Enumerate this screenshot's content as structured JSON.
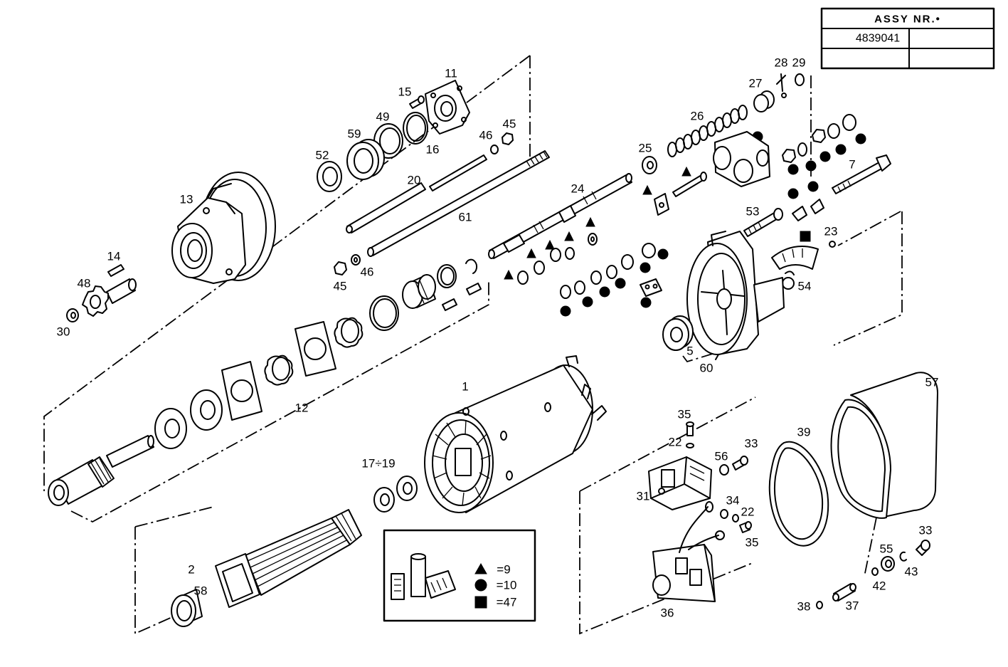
{
  "assy_table": {
    "header": "ASSY NR.•",
    "number": "4839041"
  },
  "legend": {
    "triangle_qty": "=9",
    "circle_qty": "=10",
    "square_qty": "=47"
  },
  "part_labels": [
    "11",
    "15",
    "49",
    "59",
    "16",
    "46",
    "45",
    "52",
    "20",
    "13",
    "61",
    "24",
    "25",
    "26",
    "27",
    "28",
    "29",
    "7",
    "53",
    "23",
    "54",
    "14",
    "48",
    "30",
    "45",
    "46",
    "12",
    "5",
    "60",
    "1",
    "57",
    "35",
    "22",
    "33",
    "56",
    "39",
    "31",
    "34",
    "22",
    "35",
    "17÷19",
    "2",
    "58",
    "36",
    "33",
    "55",
    "43",
    "42",
    "37",
    "38"
  ]
}
